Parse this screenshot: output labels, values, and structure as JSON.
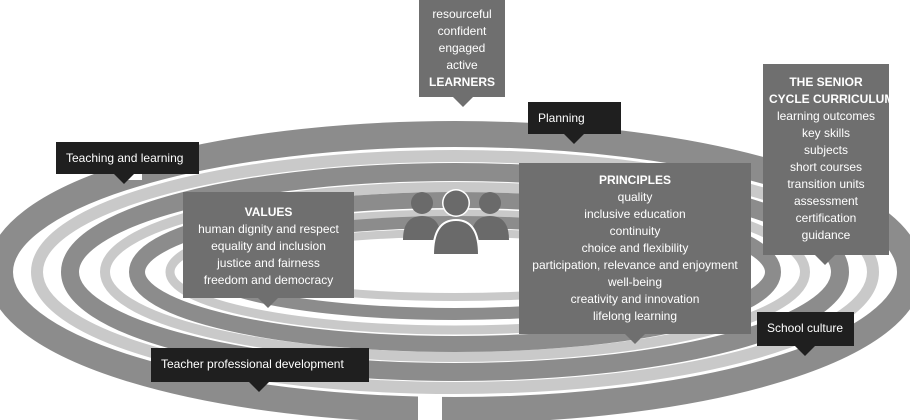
{
  "learners": {
    "lines": [
      "resourceful",
      "confident",
      "engaged",
      "active"
    ],
    "heading": "LEARNERS"
  },
  "planning": {
    "label": "Planning"
  },
  "teaching": {
    "label": "Teaching and learning"
  },
  "values": {
    "heading": "VALUES",
    "lines": [
      "human dignity and respect",
      "equality and inclusion",
      "justice and fairness",
      "freedom and democracy"
    ]
  },
  "principles": {
    "heading": "PRINCIPLES",
    "lines": [
      "quality",
      "inclusive education",
      "continuity",
      "choice and flexibility",
      "participation, relevance and enjoyment",
      "well-being",
      "creativity and innovation",
      "lifelong learning"
    ]
  },
  "curriculum": {
    "heading_line1": "THE SENIOR",
    "heading_line2": "CYCLE CURRICULUM",
    "lines": [
      "learning outcomes",
      "key skills",
      "subjects",
      "short courses",
      "transition units",
      "assessment",
      "certification",
      "guidance"
    ]
  },
  "school_culture": {
    "label": "School culture"
  },
  "teacher_pd": {
    "label": "Teacher professional development"
  },
  "icons": {
    "center": "people-group-icon"
  },
  "colors": {
    "ring_dark": "#8c8c8c",
    "ring_light": "#c9c9c9",
    "box_mid": "#6f6f6f",
    "box_dark": "#1f1f1f",
    "people": "#6a6a6a"
  }
}
